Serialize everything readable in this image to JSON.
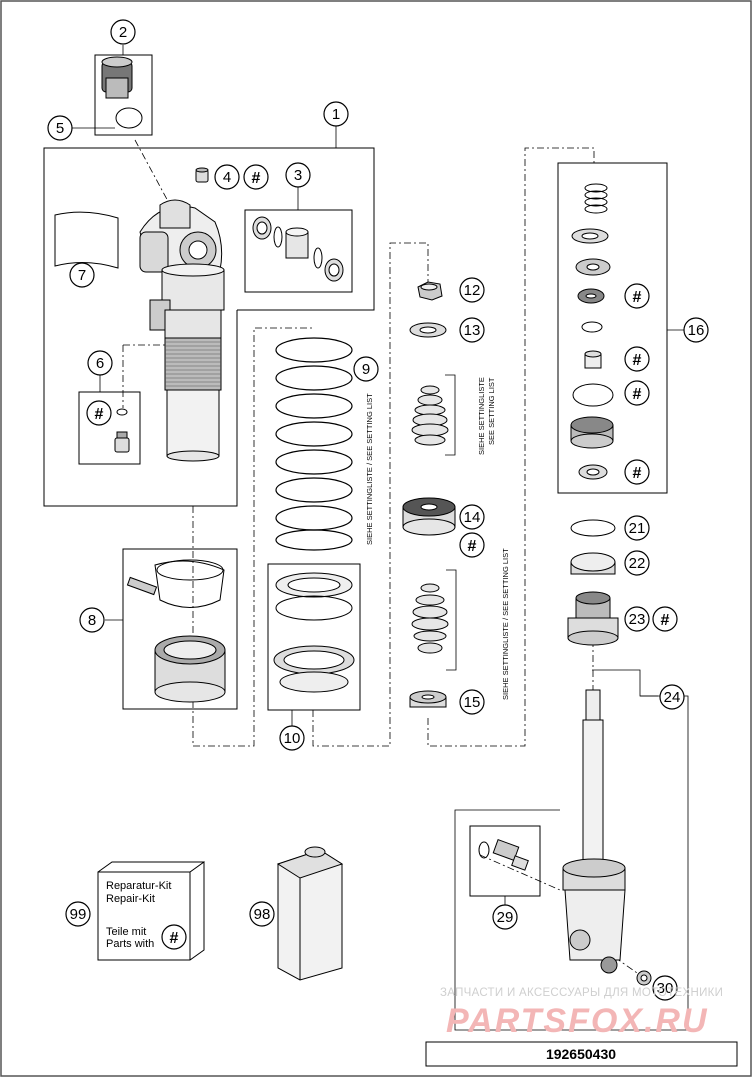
{
  "callouts": [
    {
      "id": "c1",
      "label": "1"
    },
    {
      "id": "c2",
      "label": "2"
    },
    {
      "id": "c3",
      "label": "3"
    },
    {
      "id": "c4",
      "label": "4"
    },
    {
      "id": "c5",
      "label": "5"
    },
    {
      "id": "c6",
      "label": "6"
    },
    {
      "id": "c7",
      "label": "7"
    },
    {
      "id": "c8",
      "label": "8"
    },
    {
      "id": "c9",
      "label": "9"
    },
    {
      "id": "c10",
      "label": "10"
    },
    {
      "id": "c12",
      "label": "12"
    },
    {
      "id": "c13",
      "label": "13"
    },
    {
      "id": "c14",
      "label": "14"
    },
    {
      "id": "c15",
      "label": "15"
    },
    {
      "id": "c16",
      "label": "16"
    },
    {
      "id": "c21",
      "label": "21"
    },
    {
      "id": "c22",
      "label": "22"
    },
    {
      "id": "c23",
      "label": "23"
    },
    {
      "id": "c24",
      "label": "24"
    },
    {
      "id": "c29",
      "label": "29"
    },
    {
      "id": "c30",
      "label": "30"
    },
    {
      "id": "c98",
      "label": "98"
    },
    {
      "id": "c99",
      "label": "99"
    }
  ],
  "hash_symbol": "#",
  "setting_note": {
    "de": "SIEHE SETTINGLISTE",
    "en": "SEE SETTING LIST",
    "combined": "SIEHE SETTINGLISTE / SEE SETTING LIST"
  },
  "kit_box": {
    "line1": "Reparatur-Kit",
    "line2": "Repair-Kit",
    "line3": "Teile mit",
    "line4": "Parts with"
  },
  "watermark": {
    "line1": "ЗАПЧАСТИ И АКСЕССУАРЫ ДЛЯ МОТОТЕХНИКИ",
    "line2": "PARTSFOX.RU"
  },
  "diagram_code": "192650430",
  "colors": {
    "line": "#000000",
    "part_fill": "#e6e6e6",
    "watermark_red": "#e87a7a",
    "frame": "#555555"
  }
}
